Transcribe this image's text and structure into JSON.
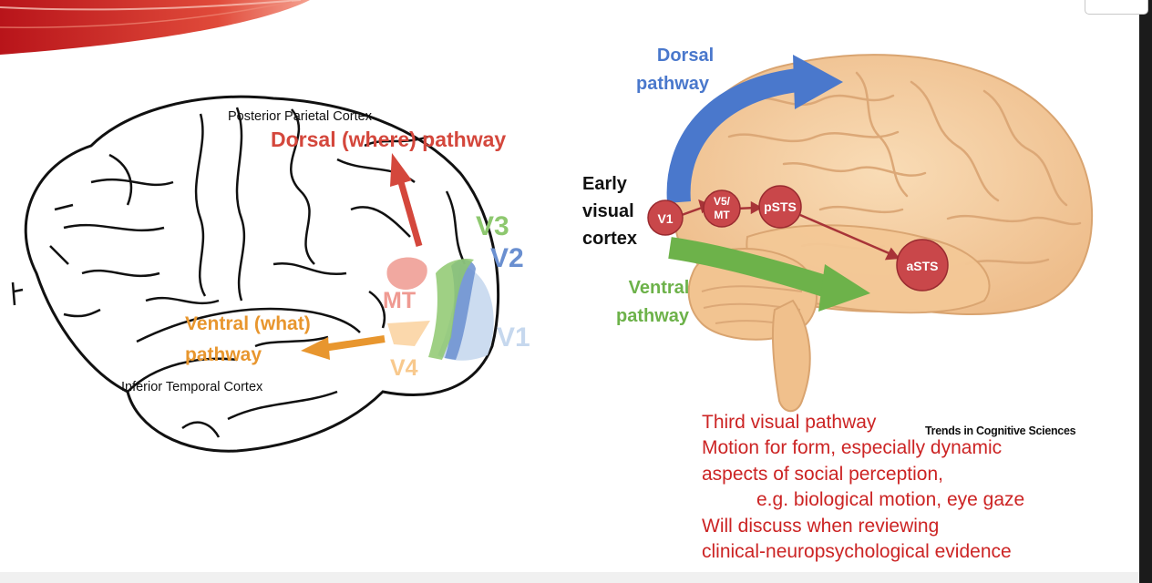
{
  "left_diagram": {
    "posterior_parietal": "Posterior Parietal Cortex",
    "dorsal_label": "Dorsal (where) pathway",
    "ventral_line1": "Ventral (what)",
    "ventral_line2": "pathway",
    "inferior_temporal": "Inferior Temporal Cortex",
    "mt": "MT",
    "v4": "V4",
    "v3": "V3",
    "v2": "V2",
    "v1": "V1"
  },
  "right_diagram": {
    "dorsal_line1": "Dorsal",
    "dorsal_line2": "pathway",
    "early_line1": "Early",
    "early_line2": "visual",
    "early_line3": "cortex",
    "ventral_line1": "Ventral",
    "ventral_line2": "pathway",
    "node_v1": "V1",
    "node_v5_line1": "V5/",
    "node_v5_line2": "MT",
    "node_psts": "pSTS",
    "node_asts": "aSTS",
    "credit": "Trends in Cognitive Sciences"
  },
  "caption": {
    "line1": "Third visual pathway",
    "line2": "Motion for form, especially dynamic",
    "line3": "aspects of social perception,",
    "line4": "e.g. biological motion, eye gaze",
    "line5": "Will discuss when reviewing",
    "line6": "clinical-neuropsychological evidence"
  },
  "colors": {
    "dorsal_red": "#d4473c",
    "ventral_orange": "#e8962e",
    "v3_green": "#8ec86f",
    "v2_blue": "#6a8fd0",
    "v1_lightblue": "#c6d8ee",
    "right_dorsal_blue": "#4a78cc",
    "right_ventral_green": "#6db24a",
    "node_red": "#c9474a",
    "caption_red": "#cc2424",
    "brain_peach": "#f6cfa2"
  }
}
